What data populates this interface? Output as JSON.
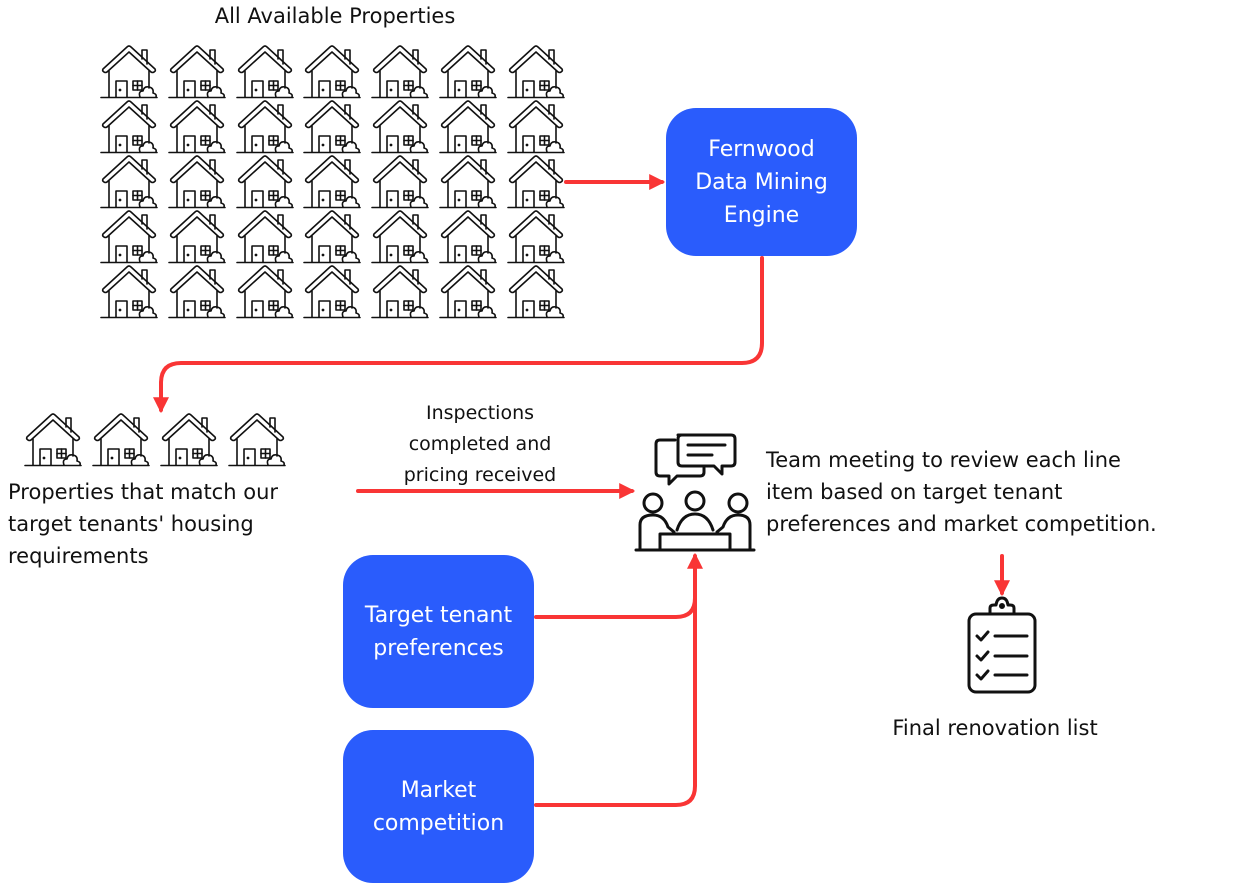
{
  "diagram": {
    "title": "All Available Properties",
    "all_properties": {
      "rows": 5,
      "cols": 7,
      "icon": "house-icon"
    },
    "engine_box": {
      "lines": [
        "Fernwood",
        "Data Mining",
        "Engine"
      ]
    },
    "matched_properties": {
      "count": 4,
      "icon": "house-icon",
      "label_lines": [
        "Properties that match our",
        "target tenants' housing",
        "requirements"
      ]
    },
    "inspection_label_lines": [
      "Inspections",
      "completed and",
      "pricing received"
    ],
    "meeting": {
      "icon": "team-meeting-icon",
      "text_lines": [
        "Team meeting to review each line",
        "item based on target tenant",
        "preferences and market competition."
      ]
    },
    "target_tenant_box": {
      "lines": [
        "Target tenant",
        "preferences"
      ]
    },
    "market_box": {
      "lines": [
        "Market",
        "competition"
      ]
    },
    "final": {
      "icon": "clipboard-checklist-icon",
      "label": "Final renovation list"
    },
    "colors": {
      "box_blue": "#2a5cfc",
      "arrow_red": "#f93535",
      "icon_black": "#111111"
    }
  }
}
